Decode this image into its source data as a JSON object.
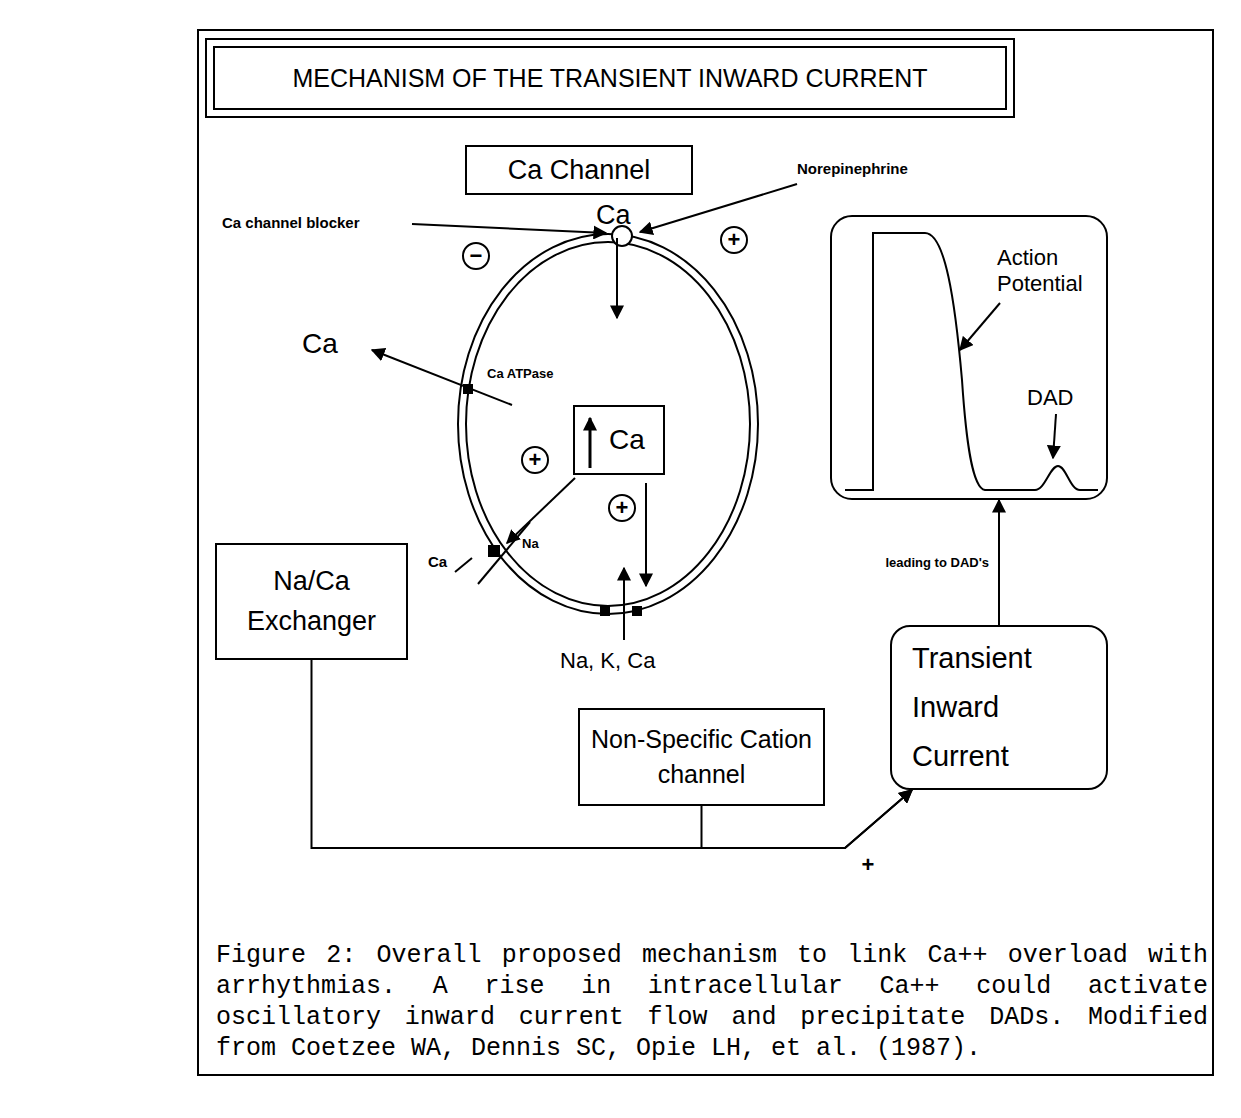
{
  "diagram": {
    "title": "MECHANISM OF THE TRANSIENT INWARD CURRENT",
    "caption": "Figure 2: Overall proposed mechanism to link Ca++ overload with arrhythmias. A rise in intracellular Ca++ could activate oscillatory inward current flow and precipitate DADs. Modified from Coetzee WA, Dennis SC, Opie LH, et al. (1987).",
    "nodes": [
      {
        "text": [
          "Ca Channel"
        ]
      },
      {
        "text": [
          "Ca"
        ]
      },
      {
        "text": [
          "Action Potential",
          "DAD"
        ]
      },
      {
        "text": [
          "Na/Ca Exchanger"
        ]
      },
      {
        "text": [
          "Transient Inward Current"
        ]
      },
      {
        "text": [
          "Non-Specific Cation channel"
        ]
      }
    ],
    "edges": [
      {
        "from": 3,
        "to": 4,
        "arrow": "to"
      },
      {
        "from": 5,
        "to": 4,
        "arrow": "to"
      },
      {
        "from": 4,
        "to": 2,
        "arrow": "to",
        "label": "leading to DAD's"
      }
    ],
    "labels": [
      "Norepinephrine",
      "Ca channel blocker",
      "Ca",
      "−",
      "+",
      "Ca",
      "Ca ATPase",
      "+",
      "Ca",
      "Na",
      "+",
      "Na, K, Ca",
      "+"
    ]
  }
}
